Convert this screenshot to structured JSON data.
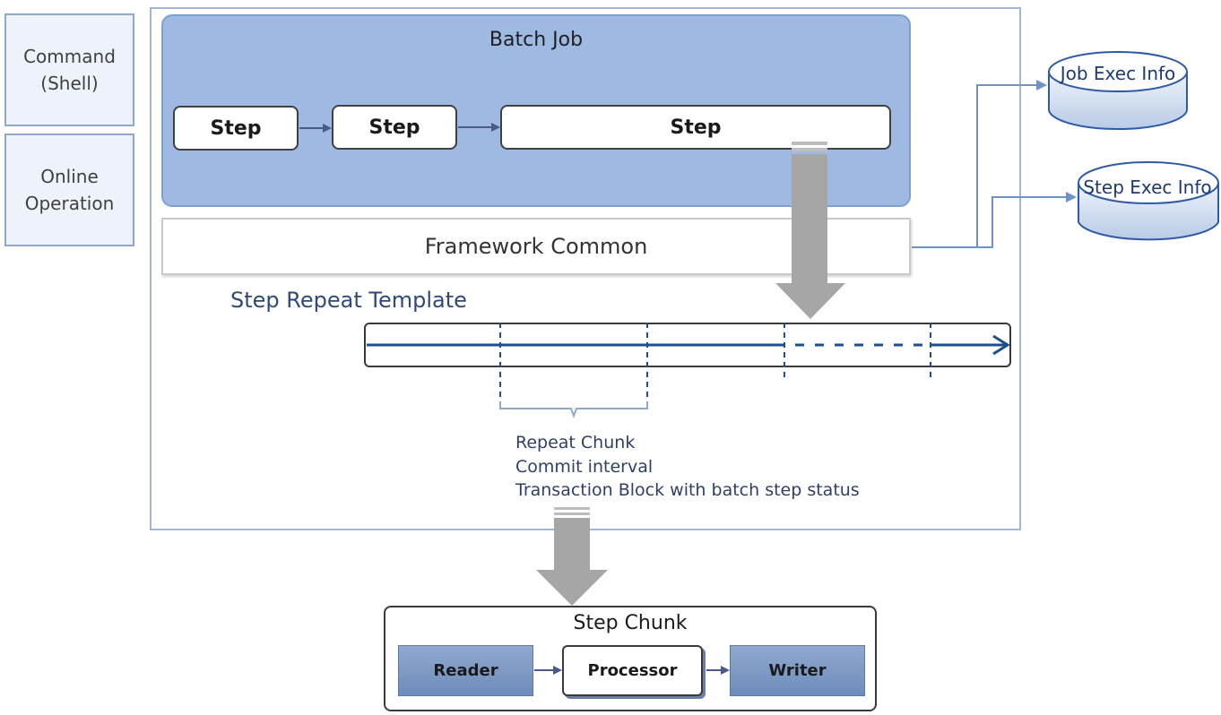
{
  "side_panel": {
    "command": "Command\n(Shell)",
    "online": "Online\nOperation"
  },
  "batch_job": {
    "title": "Batch Job",
    "steps": [
      "Step",
      "Step",
      "Step"
    ]
  },
  "framework_common": "Framework Common",
  "step_repeat_template": {
    "title": "Step Repeat Template",
    "chunk_notes": [
      "Repeat Chunk",
      "Commit interval",
      "Transaction Block with batch step status"
    ]
  },
  "databases": {
    "job_exec": "Job Exec Info",
    "step_exec": "Step Exec Info"
  },
  "step_chunk": {
    "title": "Step Chunk",
    "reader": "Reader",
    "processor": "Processor",
    "writer": "Writer"
  },
  "colors": {
    "batch_job_fill": "#9ebae2",
    "timeline_arrow": "#1f4e8c",
    "db_fill": "#d6e2f3",
    "big_arrow": "#a6a6a6"
  }
}
